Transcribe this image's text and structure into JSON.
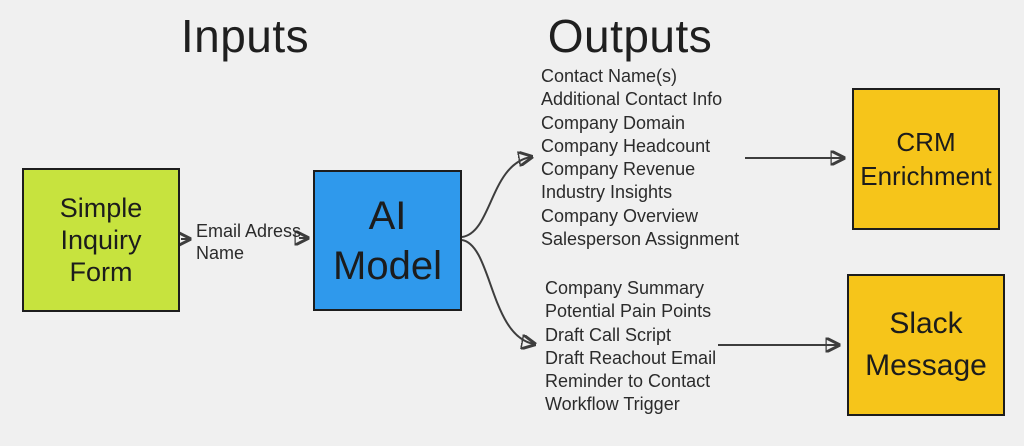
{
  "headings": {
    "inputs": "Inputs",
    "outputs": "Outputs"
  },
  "nodes": {
    "simple_inquiry_form": {
      "label": "Simple\nInquiry\nForm",
      "color": "#c7e33e"
    },
    "ai_model": {
      "label": "AI\nModel",
      "color": "#2f99ec"
    },
    "crm_enrichment": {
      "label": "CRM\nEnrichment",
      "color": "#f6c51a"
    },
    "slack_message": {
      "label": "Slack\nMessage",
      "color": "#f6c51a"
    }
  },
  "edge_labels": {
    "form_to_model": "Email Adress\nName"
  },
  "outputs": {
    "crm_list": [
      "Contact Name(s)",
      "Additional Contact Info",
      "Company Domain",
      "Company Headcount",
      "Company Revenue",
      "Industry Insights",
      "Company Overview",
      "Salesperson Assignment"
    ],
    "slack_list": [
      "Company Summary",
      "Potential Pain Points",
      "Draft Call Script",
      "Draft Reachout Email",
      "Reminder to Contact",
      "Workflow Trigger"
    ]
  },
  "colors": {
    "background": "#f0f0f0",
    "box_border": "#1d1d1d",
    "arrow_line": "#3d3d3d",
    "text": "#212121"
  }
}
